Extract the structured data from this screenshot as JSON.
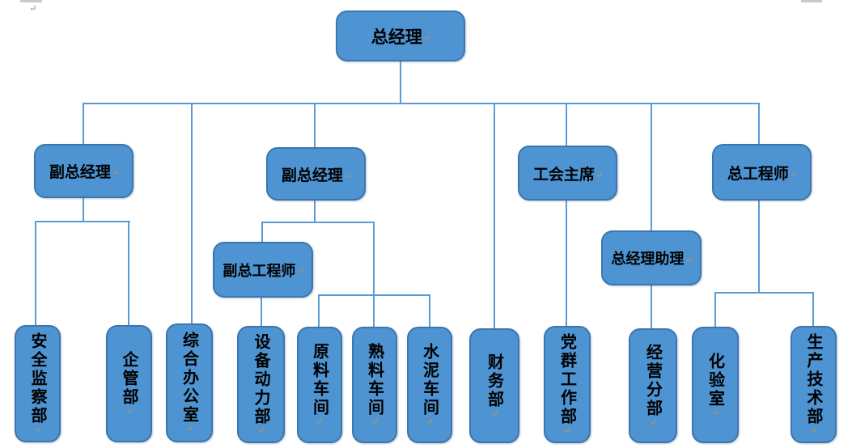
{
  "diagram_type": "org-chart",
  "marks": {
    "paragraph": "↵"
  },
  "colors": {
    "node_fill": "#4E94D2",
    "node_border": "#3B76AE",
    "connector": "#5B9BD5",
    "text": "#000000",
    "paragraph_mark": "#BF9552"
  },
  "nodes": {
    "general_manager": {
      "label": "总经理"
    },
    "deputy_gm_left": {
      "label": "副总经理"
    },
    "deputy_gm_mid": {
      "label": "副总经理"
    },
    "union_chairman": {
      "label": "工会主席"
    },
    "chief_engineer": {
      "label": "总工程师"
    },
    "deputy_chief_engineer": {
      "label": "副总工程师"
    },
    "gm_assistant": {
      "label": "总经理助理"
    },
    "safety_supervision_dept": {
      "label": "安全监察部"
    },
    "enterprise_mgmt_dept": {
      "label": "企管部"
    },
    "general_office": {
      "label": "综合办公室"
    },
    "equipment_power_dept": {
      "label": "设备动力部"
    },
    "raw_material_workshop": {
      "label": "原料车间"
    },
    "clinker_workshop": {
      "label": "熟料车间"
    },
    "cement_workshop": {
      "label": "水泥车间"
    },
    "finance_dept": {
      "label": "财务部"
    },
    "party_mass_work_dept": {
      "label": "党群工作部"
    },
    "operations_branch": {
      "label": "经营分部"
    },
    "laboratory": {
      "label": "化验室"
    },
    "production_tech_dept": {
      "label": "生产技术部"
    }
  },
  "edges": [
    [
      "general_manager",
      "deputy_gm_left"
    ],
    [
      "general_manager",
      "general_office"
    ],
    [
      "general_manager",
      "deputy_gm_mid"
    ],
    [
      "general_manager",
      "finance_dept"
    ],
    [
      "general_manager",
      "union_chairman"
    ],
    [
      "general_manager",
      "gm_assistant"
    ],
    [
      "general_manager",
      "chief_engineer"
    ],
    [
      "deputy_gm_left",
      "safety_supervision_dept"
    ],
    [
      "deputy_gm_left",
      "enterprise_mgmt_dept"
    ],
    [
      "deputy_gm_mid",
      "deputy_chief_engineer"
    ],
    [
      "deputy_gm_mid",
      "raw_material_workshop"
    ],
    [
      "deputy_gm_mid",
      "clinker_workshop"
    ],
    [
      "deputy_gm_mid",
      "cement_workshop"
    ],
    [
      "deputy_chief_engineer",
      "equipment_power_dept"
    ],
    [
      "union_chairman",
      "party_mass_work_dept"
    ],
    [
      "gm_assistant",
      "operations_branch"
    ],
    [
      "chief_engineer",
      "laboratory"
    ],
    [
      "chief_engineer",
      "production_tech_dept"
    ]
  ]
}
